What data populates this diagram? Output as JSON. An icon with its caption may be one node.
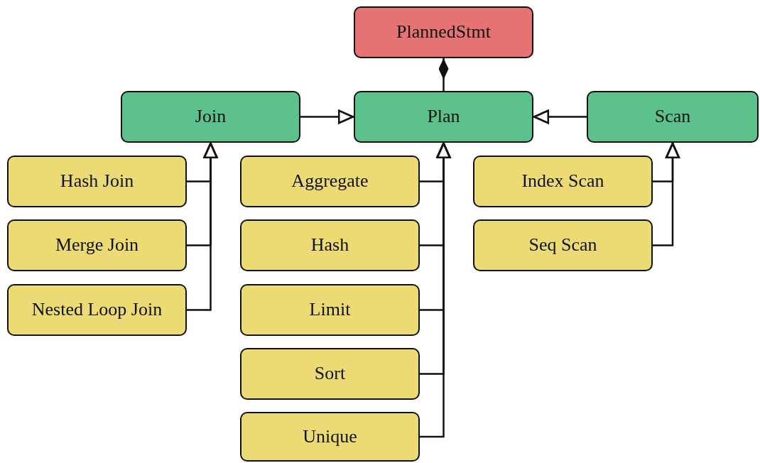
{
  "diagram": {
    "nodes": [
      {
        "text": [
          "PlannedStmt"
        ]
      },
      {
        "text": [
          "Join"
        ]
      },
      {
        "text": [
          "Plan"
        ]
      },
      {
        "text": [
          "Scan"
        ]
      },
      {
        "text": [
          "Hash Join"
        ]
      },
      {
        "text": [
          "Merge Join"
        ]
      },
      {
        "text": [
          "Nested Loop Join"
        ]
      },
      {
        "text": [
          "Aggregate"
        ]
      },
      {
        "text": [
          "Hash"
        ]
      },
      {
        "text": [
          "Limit"
        ]
      },
      {
        "text": [
          "Sort"
        ]
      },
      {
        "text": [
          "Unique"
        ]
      },
      {
        "text": [
          "Index Scan"
        ]
      },
      {
        "text": [
          "Seq Scan"
        ]
      }
    ],
    "edges": [
      {
        "from": 2,
        "to": 0,
        "arrow": "other"
      },
      {
        "from": 1,
        "to": 2,
        "arrow": "to"
      },
      {
        "from": 3,
        "to": 2,
        "arrow": "to"
      },
      {
        "from": 4,
        "to": 1,
        "arrow": "to"
      },
      {
        "from": 5,
        "to": 1,
        "arrow": "to"
      },
      {
        "from": 6,
        "to": 1,
        "arrow": "to"
      },
      {
        "from": 7,
        "to": 2,
        "arrow": "to"
      },
      {
        "from": 8,
        "to": 2,
        "arrow": "to"
      },
      {
        "from": 9,
        "to": 2,
        "arrow": "to"
      },
      {
        "from": 10,
        "to": 2,
        "arrow": "to"
      },
      {
        "from": 11,
        "to": 2,
        "arrow": "to"
      },
      {
        "from": 12,
        "to": 3,
        "arrow": "to"
      },
      {
        "from": 13,
        "to": 3,
        "arrow": "to"
      }
    ]
  }
}
